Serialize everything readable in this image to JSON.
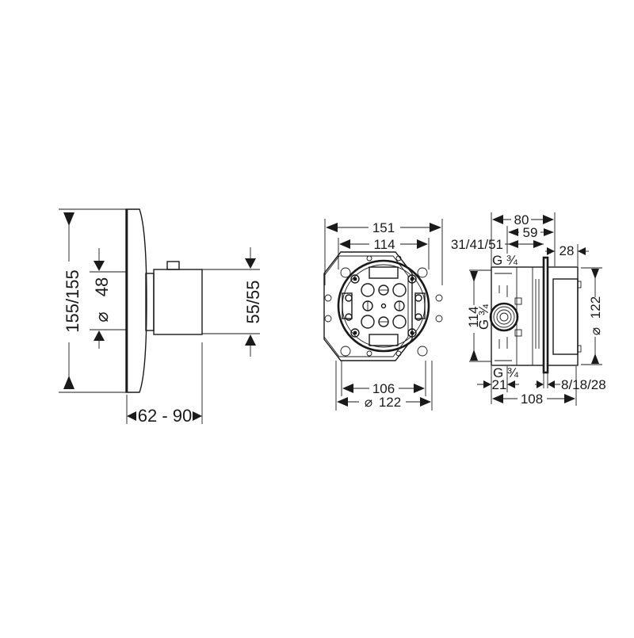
{
  "drawing": {
    "title": "Technical dimension drawing",
    "background": "#ffffff",
    "line_color": "#1a1a1a"
  },
  "front_view": {
    "height_label": "155/155",
    "diameter_symbol": "⌀",
    "diameter_value": "48",
    "handle_height_label": "55/55",
    "depth_label": "62 - 90"
  },
  "mounting_box_view": {
    "width_outer_label": "151",
    "width_inner_label": "114",
    "bottom_inner_label": "106",
    "bottom_diameter_symbol": "⌀",
    "bottom_diameter_value": "122"
  },
  "side_view": {
    "top_total_label": "80",
    "top_mid_label": "59",
    "top_left_label": "31/41/51",
    "top_right_label": "28",
    "port_top_label": "G ¾",
    "port_side_label": "G ¾",
    "port_bottom_label": "G ¾",
    "height_label": "114",
    "diameter_symbol": "⌀",
    "diameter_value": "122",
    "bottom_small_label": "21",
    "bottom_range_label": "8/18/28",
    "bottom_total_label": "108"
  }
}
